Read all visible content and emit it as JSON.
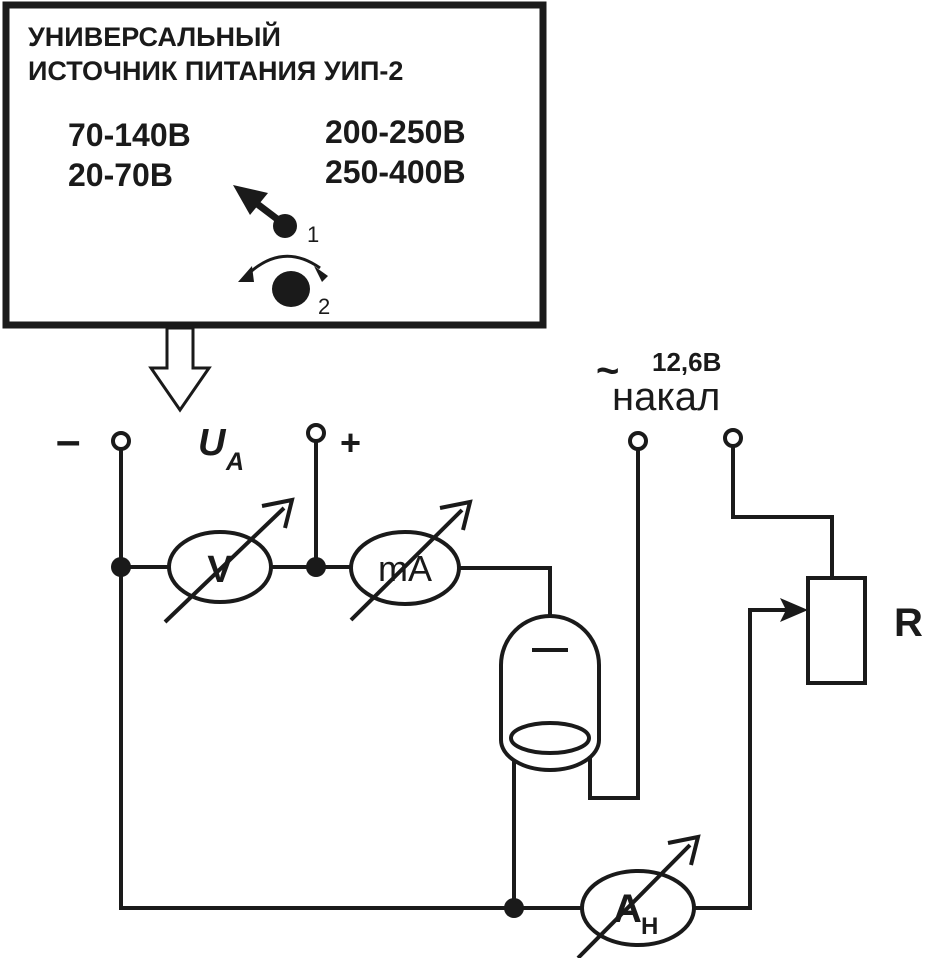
{
  "power_supply": {
    "title_line1": "УНИВЕРСАЛЬНЫЙ",
    "title_line2": "ИСТОЧНИК ПИТАНИЯ УИП-2",
    "ranges": [
      "70-140В",
      "20-70В",
      "200-250В",
      "250-400В"
    ],
    "knob1_label": "1",
    "knob2_label": "2"
  },
  "terminals": {
    "minus_label": "–",
    "plus_label": "+",
    "voltage_label_main": "U",
    "voltage_label_sub": "A",
    "heater_voltage": "12,6В",
    "heater_label": "накал",
    "ac_symbol": "~"
  },
  "meters": {
    "voltmeter": "V",
    "milliammeter": "mA",
    "heater_ammeter_main": "A",
    "heater_ammeter_sub": "H"
  },
  "resistor_label": "R",
  "colors": {
    "line": "#1a1a1a",
    "background": "#ffffff"
  }
}
